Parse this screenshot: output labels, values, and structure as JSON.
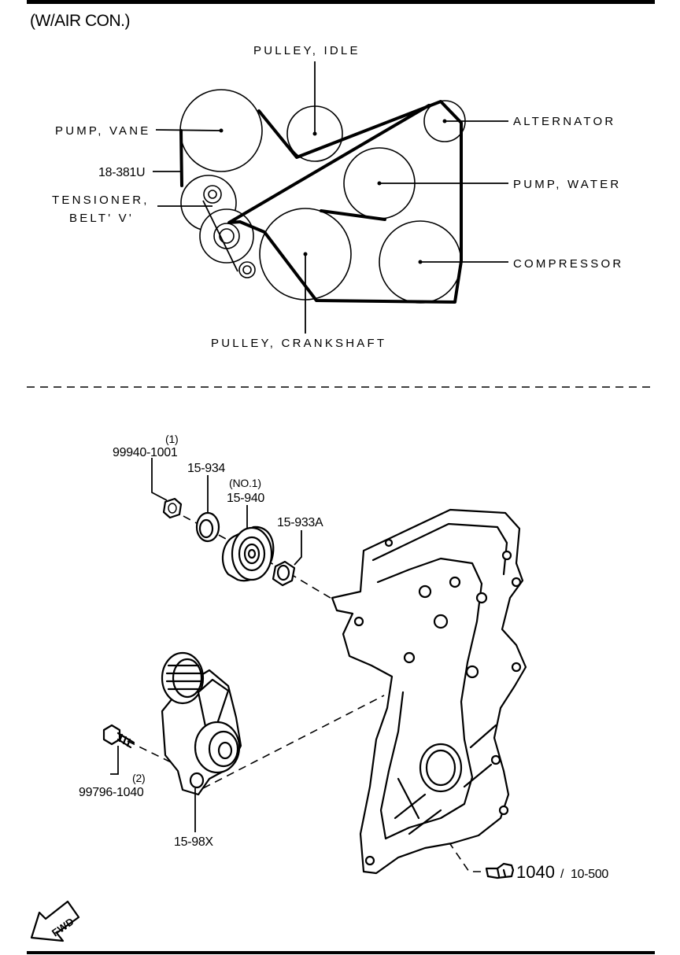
{
  "header": {
    "variant": "(W/AIR CON.)"
  },
  "belt_diagram": {
    "labels": {
      "pulley_idle": "PULLEY, IDLE",
      "pump_vane": "PUMP, VANE",
      "alternator": "ALTERNATOR",
      "belt_code": "18-381U",
      "tensioner_line1": "TENSIONER,",
      "tensioner_line2": "BELT' V'",
      "pump_water": "PUMP, WATER",
      "compressor": "COMPRESSOR",
      "pulley_crankshaft": "PULLEY, CRANKSHAFT"
    }
  },
  "parts": {
    "nut": {
      "qty": "(1)",
      "number": "99940-1001"
    },
    "washer": {
      "number": "15-934"
    },
    "idler": {
      "note": "(NO.1)",
      "number": "15-940"
    },
    "spacer": {
      "number": "15-933A"
    },
    "bolt": {
      "qty": "(2)",
      "number": "99796-1040"
    },
    "tensioner": {
      "number": "15-98X"
    },
    "reference": {
      "number": "1040",
      "separator": "/",
      "page": "10-500"
    }
  },
  "fwd_badge": "FWD",
  "colors": {
    "ink": "#000000",
    "paper": "#ffffff"
  }
}
